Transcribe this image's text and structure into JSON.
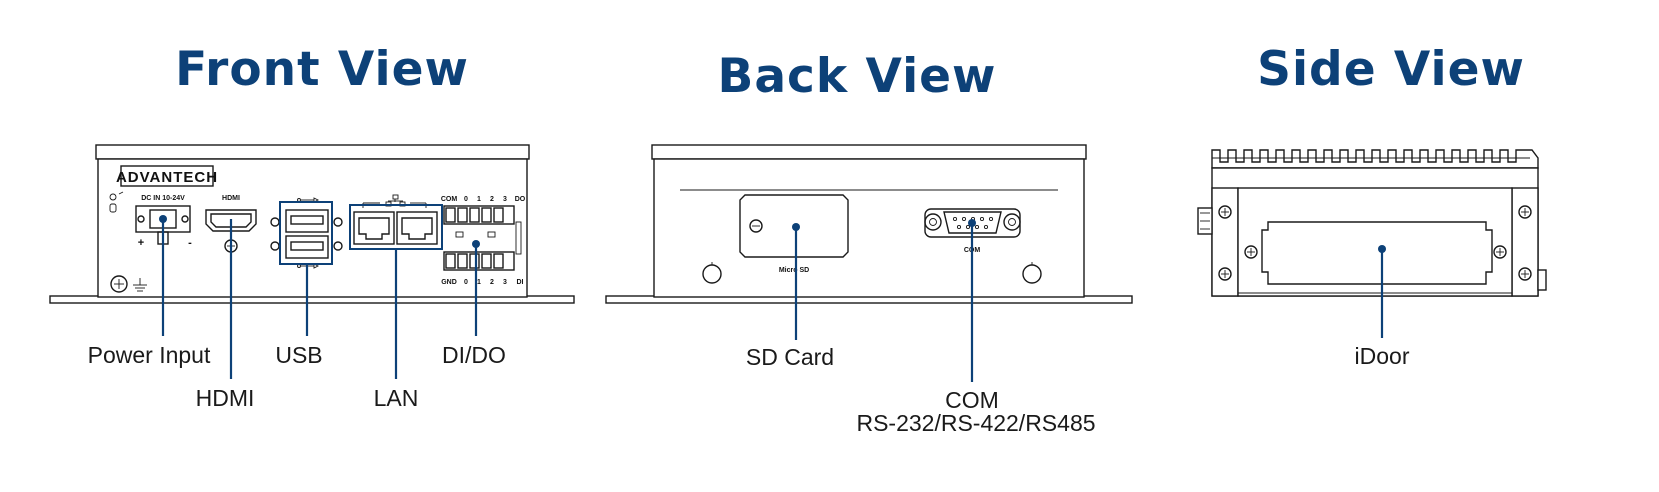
{
  "views": {
    "front": {
      "title": "Front View",
      "brand": "ADVANTECH",
      "panel": {
        "dc_in": "DC IN 10-24V",
        "plus": "+",
        "minus": "-",
        "hdmi": "HDMI",
        "com": "COM",
        "do": "DO",
        "di": "DI",
        "gnd": "GND",
        "n0": "0",
        "n1": "1",
        "n2": "2",
        "n3": "3"
      },
      "callouts": {
        "power": "Power Input",
        "hdmi": "HDMI",
        "usb": "USB",
        "lan": "LAN",
        "dido": "DI/DO"
      }
    },
    "back": {
      "title": "Back View",
      "panel": {
        "micro_sd": "Micro SD",
        "com": "COM"
      },
      "callouts": {
        "sd": "SD Card",
        "com": "COM",
        "com_sub": "RS-232/RS-422/RS485"
      }
    },
    "side": {
      "title": "Side View",
      "callouts": {
        "idoor": "iDoor"
      }
    }
  },
  "colors": {
    "accent": "#0d4178",
    "line": "#1a1a1a"
  }
}
